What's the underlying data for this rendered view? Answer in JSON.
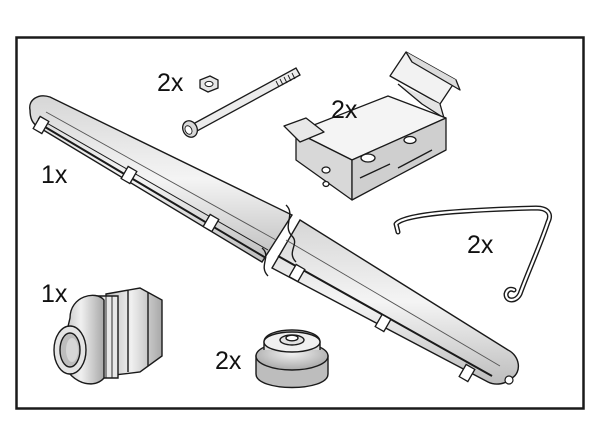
{
  "quantities": {
    "nut_bolt": "2x",
    "bracket": "2x",
    "luminaire": "1x",
    "wire_clip": "2x",
    "cable_gland": "1x",
    "blanking_plug": "2x"
  },
  "colors": {
    "line": "#1a1a1a",
    "metal": "#e8e8e8",
    "metal_dark": "#9a9a9a",
    "background": "#ffffff"
  }
}
